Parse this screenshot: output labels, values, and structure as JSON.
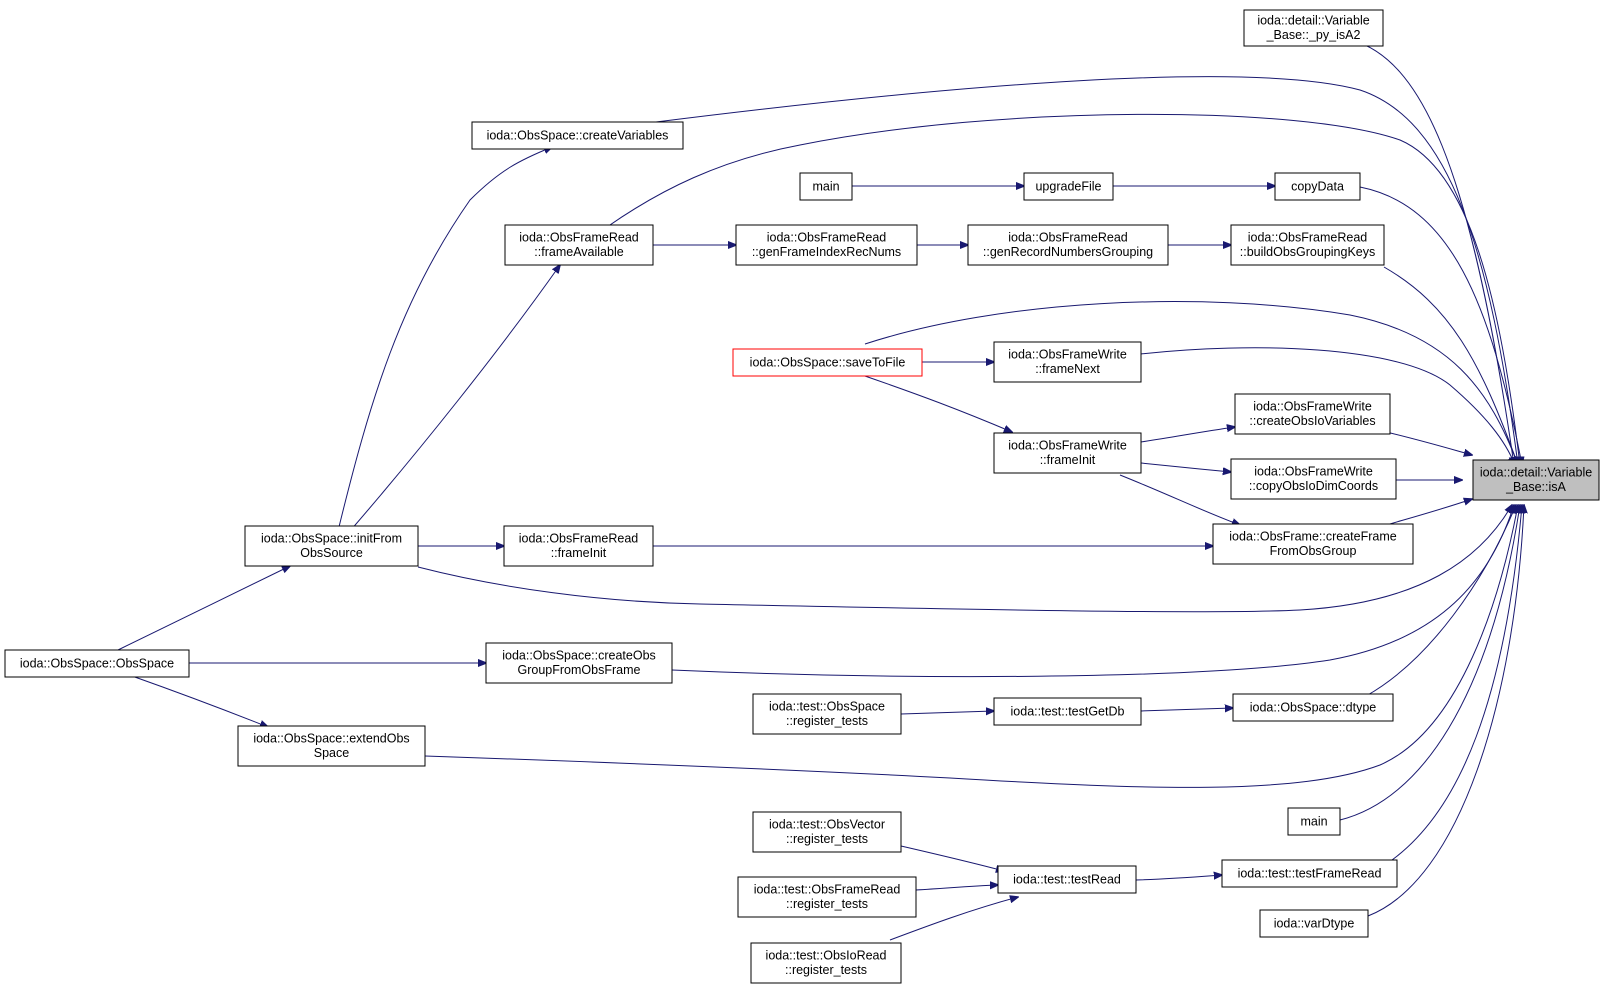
{
  "graph": {
    "node_colors": {
      "default_border": "#000000",
      "root_fill": "#bfbfbf",
      "highlight_border": "#ff0000",
      "edge": "#191970"
    },
    "nodes": {
      "isA": [
        "ioda::detail::Variable",
        "_Base::isA"
      ],
      "pyIsA2": [
        "ioda::detail::Variable",
        "_Base::_py_isA2"
      ],
      "createVariables": [
        "ioda::ObsSpace::createVariables"
      ],
      "main1": [
        "main"
      ],
      "upgradeFile": [
        "upgradeFile"
      ],
      "copyData": [
        "copyData"
      ],
      "frameAvailable": [
        "ioda::ObsFrameRead",
        "::frameAvailable"
      ],
      "genFrameIndexRecNums": [
        "ioda::ObsFrameRead",
        "::genFrameIndexRecNums"
      ],
      "genRecordNumbersGrouping": [
        "ioda::ObsFrameRead",
        "::genRecordNumbersGrouping"
      ],
      "buildObsGroupingKeys": [
        "ioda::ObsFrameRead",
        "::buildObsGroupingKeys"
      ],
      "saveToFile": [
        "ioda::ObsSpace::saveToFile"
      ],
      "frameNext": [
        "ioda::ObsFrameWrite",
        "::frameNext"
      ],
      "createObsIoVariables": [
        "ioda::ObsFrameWrite",
        "::createObsIoVariables"
      ],
      "frameInitWrite": [
        "ioda::ObsFrameWrite",
        "::frameInit"
      ],
      "copyObsIoDimCoords": [
        "ioda::ObsFrameWrite",
        "::copyObsIoDimCoords"
      ],
      "initFromObsSource": [
        "ioda::ObsSpace::initFrom",
        "ObsSource"
      ],
      "frameInitRead": [
        "ioda::ObsFrameRead",
        "::frameInit"
      ],
      "createFrameFromObsGroup": [
        "ioda::ObsFrame::createFrame",
        "FromObsGroup"
      ],
      "obsSpace": [
        "ioda::ObsSpace::ObsSpace"
      ],
      "createObsGroupFromObsFrame": [
        "ioda::ObsSpace::createObs",
        "GroupFromObsFrame"
      ],
      "obsSpaceRegisterTests": [
        "ioda::test::ObsSpace",
        "::register_tests"
      ],
      "testGetDb": [
        "ioda::test::testGetDb"
      ],
      "dtype": [
        "ioda::ObsSpace::dtype"
      ],
      "extendObsSpace": [
        "ioda::ObsSpace::extendObs",
        "Space"
      ],
      "main2": [
        "main"
      ],
      "obsVectorRegisterTests": [
        "ioda::test::ObsVector",
        "::register_tests"
      ],
      "testRead": [
        "ioda::test::testRead"
      ],
      "testFrameRead": [
        "ioda::test::testFrameRead"
      ],
      "obsFrameReadRegisterTests": [
        "ioda::test::ObsFrameRead",
        "::register_tests"
      ],
      "varDtype": [
        "ioda::varDtype"
      ],
      "obsIoReadRegisterTests": [
        "ioda::test::ObsIoRead",
        "::register_tests"
      ]
    }
  }
}
